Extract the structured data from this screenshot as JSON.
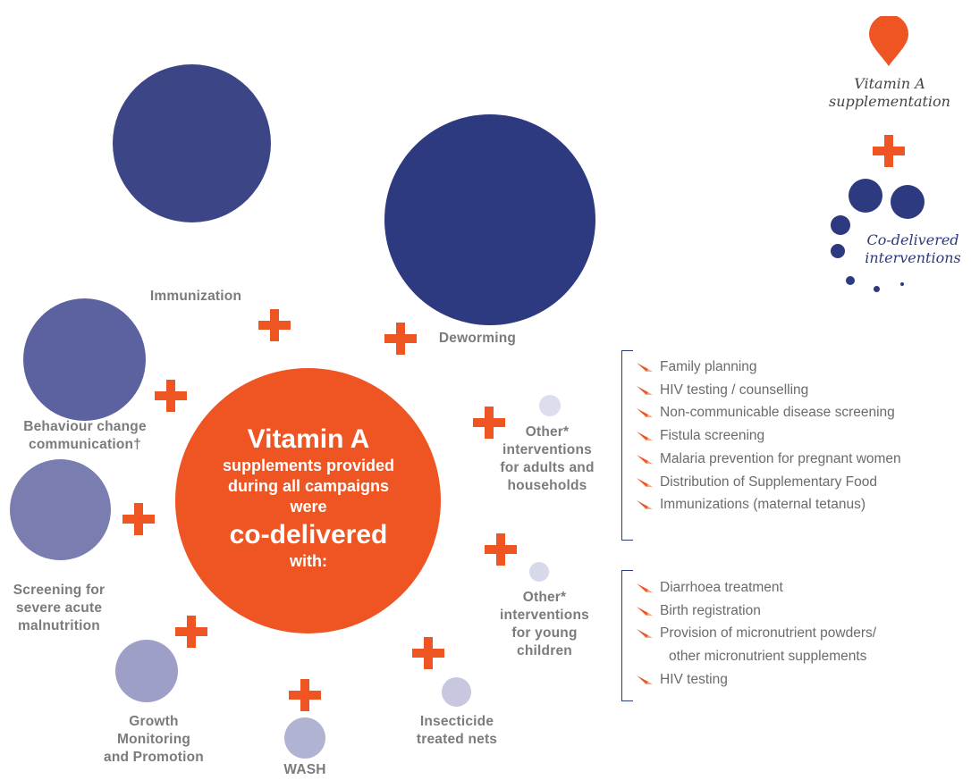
{
  "center": {
    "title": "Vitamin A",
    "line1": "supplements provided",
    "line2": "during all campaigns",
    "line3": "were",
    "big": "co-delivered",
    "line4": "with:"
  },
  "nodes": {
    "immunization": "Immunization",
    "deworming": "Deworming",
    "behaviour": [
      "Behaviour change",
      "communication†"
    ],
    "screening": [
      "Screening for",
      "severe acute",
      "malnutrition"
    ],
    "growth": [
      "Growth",
      "Monitoring",
      "and Promotion"
    ],
    "wash": "WASH",
    "nets": [
      "Insecticide",
      "treated nets"
    ],
    "other_children": [
      "Other*",
      "interventions",
      "for young",
      "children"
    ],
    "other_adults": [
      "Other*",
      "interventions",
      "for adults and",
      "households"
    ]
  },
  "adult_interventions": [
    "Family planning",
    "HIV testing / counselling",
    "Non-communicable disease screening",
    "Fistula screening",
    "Malaria prevention for pregnant women",
    "Distribution of Supplementary Food",
    "Immunizations (maternal tetanus)"
  ],
  "child_interventions": [
    "Diarrhoea treatment",
    "Birth registration",
    "Provision of micronutrient powders/",
    "other micronutrient supplements",
    "HIV testing"
  ],
  "legend": {
    "vitamin_label": [
      "Vitamin A",
      "supplementation"
    ],
    "codelivered_label": [
      "Co-delivered",
      "interventions"
    ]
  },
  "colors": {
    "orange": "#ef5423",
    "navy": "#2d3a80",
    "label_gray": "#7b7b7b"
  }
}
